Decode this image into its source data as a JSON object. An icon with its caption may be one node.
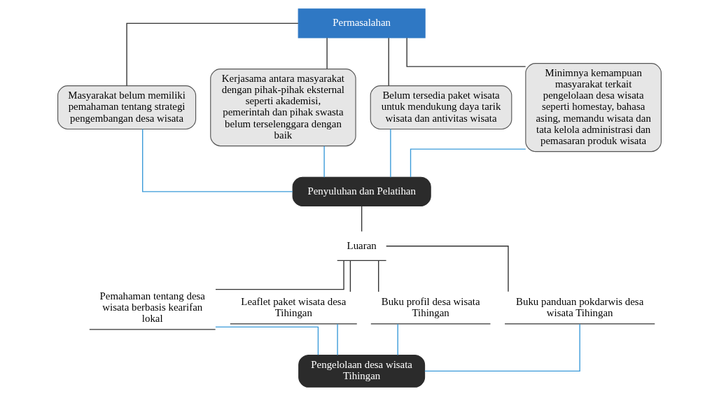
{
  "diagram": {
    "nodes": [
      {
        "text": [
          "Permasalahan"
        ]
      },
      {
        "text": [
          "Masyarakat belum memiliki pemahaman tentang strategi pengembangan desa wisata"
        ]
      },
      {
        "text": [
          "Kerjasama antara masyarakat dengan pihak-pihak eksternal seperti akademisi, pemerintah dan pihak swasta belum terselenggara dengan baik"
        ]
      },
      {
        "text": [
          "Belum tersedia paket wisata untuk mendukung daya tarik wisata dan antivitas wisata"
        ]
      },
      {
        "text": [
          "Minimnya kemampuan masyarakat terkait pengelolaan desa wisata seperti homestay, bahasa asing, memandu wisata dan tata kelola administrasi dan pemasaran produk wisata"
        ]
      },
      {
        "text": [
          "Penyuluhan dan Pelatihan"
        ]
      },
      {
        "text": [
          "Luaran"
        ]
      },
      {
        "text": [
          "Pemahaman tentang desa wisata berbasis kearifan lokal"
        ]
      },
      {
        "text": [
          "Leaflet paket wisata desa Tihingan"
        ]
      },
      {
        "text": [
          "Buku profil desa wisata Tihingan"
        ]
      },
      {
        "text": [
          "Buku panduan pokdarwis desa wisata Tihingan"
        ]
      },
      {
        "text": [
          "Pengelolaan desa wisata Tihingan"
        ]
      }
    ],
    "edges": [
      {
        "from": 0,
        "to": 1,
        "arrow": "none"
      },
      {
        "from": 0,
        "to": 2,
        "arrow": "none"
      },
      {
        "from": 0,
        "to": 3,
        "arrow": "none"
      },
      {
        "from": 0,
        "to": 4,
        "arrow": "none"
      },
      {
        "from": 1,
        "to": 5,
        "arrow": "none",
        "color": "#3a9ad9"
      },
      {
        "from": 2,
        "to": 5,
        "arrow": "none",
        "color": "#3a9ad9"
      },
      {
        "from": 3,
        "to": 5,
        "arrow": "none",
        "color": "#3a9ad9"
      },
      {
        "from": 4,
        "to": 5,
        "arrow": "none",
        "color": "#3a9ad9"
      },
      {
        "from": 5,
        "to": 6,
        "arrow": "none"
      },
      {
        "from": 6,
        "to": 7,
        "arrow": "none"
      },
      {
        "from": 6,
        "to": 8,
        "arrow": "none"
      },
      {
        "from": 6,
        "to": 9,
        "arrow": "none"
      },
      {
        "from": 6,
        "to": 10,
        "arrow": "none"
      },
      {
        "from": 7,
        "to": 11,
        "arrow": "none",
        "color": "#3a9ad9"
      },
      {
        "from": 8,
        "to": 11,
        "arrow": "none",
        "color": "#3a9ad9"
      },
      {
        "from": 9,
        "to": 11,
        "arrow": "none",
        "color": "#3a9ad9"
      },
      {
        "from": 10,
        "to": 11,
        "arrow": "none",
        "color": "#3a9ad9"
      }
    ]
  }
}
